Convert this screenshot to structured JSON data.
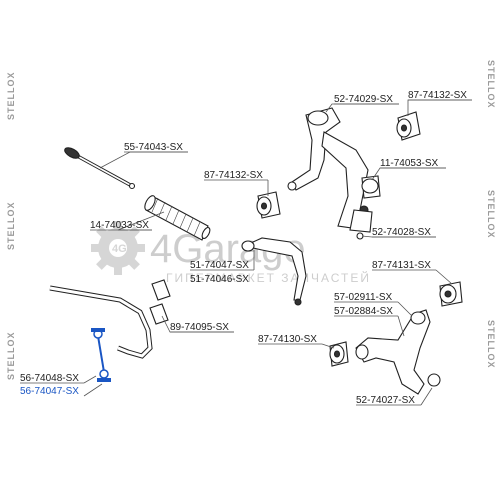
{
  "brand_side_text": "STELLOX",
  "watermark": {
    "logo_text": "4Garage",
    "tagline": "ГИПЕРМАРКЕТ ЗАПЧАСТЕЙ"
  },
  "part_labels": {
    "p52_74029": "52-74029-SX",
    "p87_74132_top": "87-74132-SX",
    "p55_74043": "55-74043-SX",
    "p11_74053": "11-74053-SX",
    "p87_74132_mid": "87-74132-SX",
    "p14_74033": "14-74033-SX",
    "p52_74028": "52-74028-SX",
    "p51_74047": "51-74047-SX",
    "p51_74046": "51-74046-SX",
    "p87_74131": "87-74131-SX",
    "p57_02911": "57-02911-SX",
    "p57_02884": "57-02884-SX",
    "p89_74095": "89-74095-SX",
    "p87_74130": "87-74130-SX",
    "p56_74048": "56-74048-SX",
    "p56_74047": "56-74047-SX",
    "p52_74027": "52-74027-SX"
  },
  "colors": {
    "label": "#222222",
    "selected_label": "#1a56c4",
    "watermark": "#c9c9c9",
    "selected_part": "#1a56c4"
  },
  "icons": [
    "4garage-gear-logo-icon"
  ]
}
